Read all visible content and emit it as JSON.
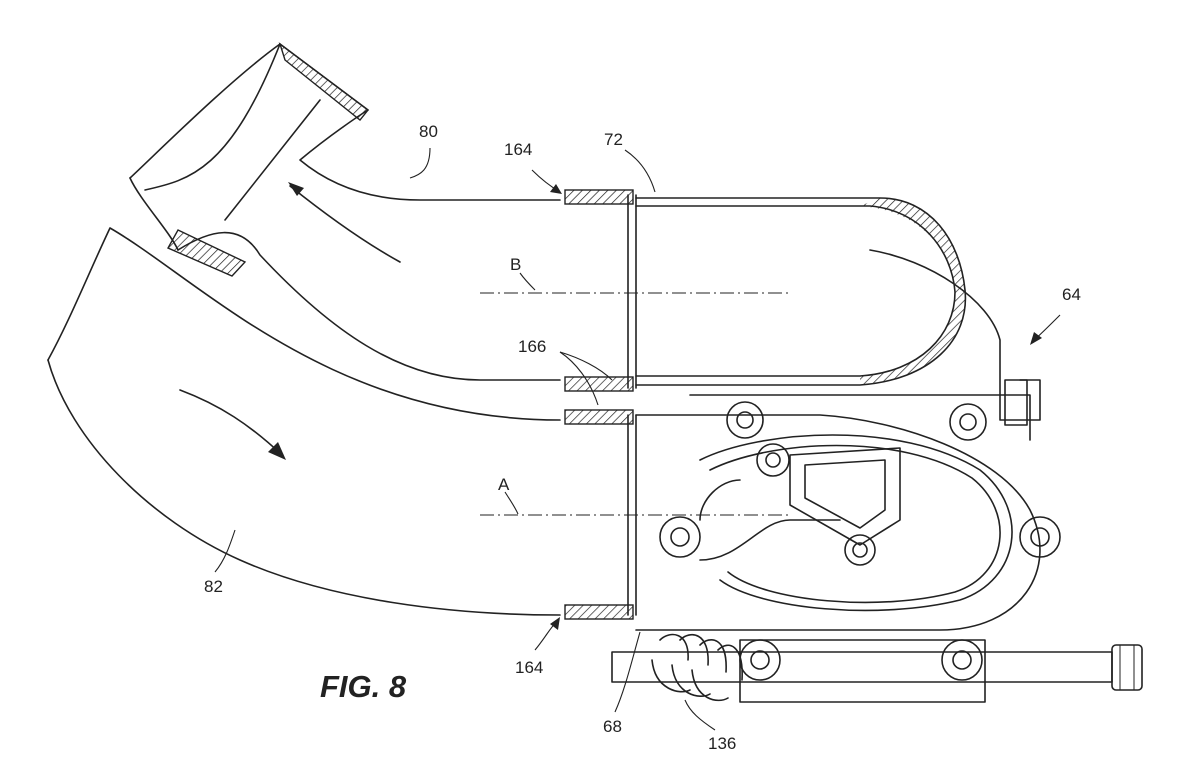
{
  "figure": {
    "caption": "FIG. 8",
    "labels": {
      "l80": "80",
      "l164_top": "164",
      "l72": "72",
      "l64": "64",
      "lB": "B",
      "l166": "166",
      "lA": "A",
      "l82": "82",
      "l164_bottom": "164",
      "l68": "68",
      "l136": "136"
    }
  }
}
